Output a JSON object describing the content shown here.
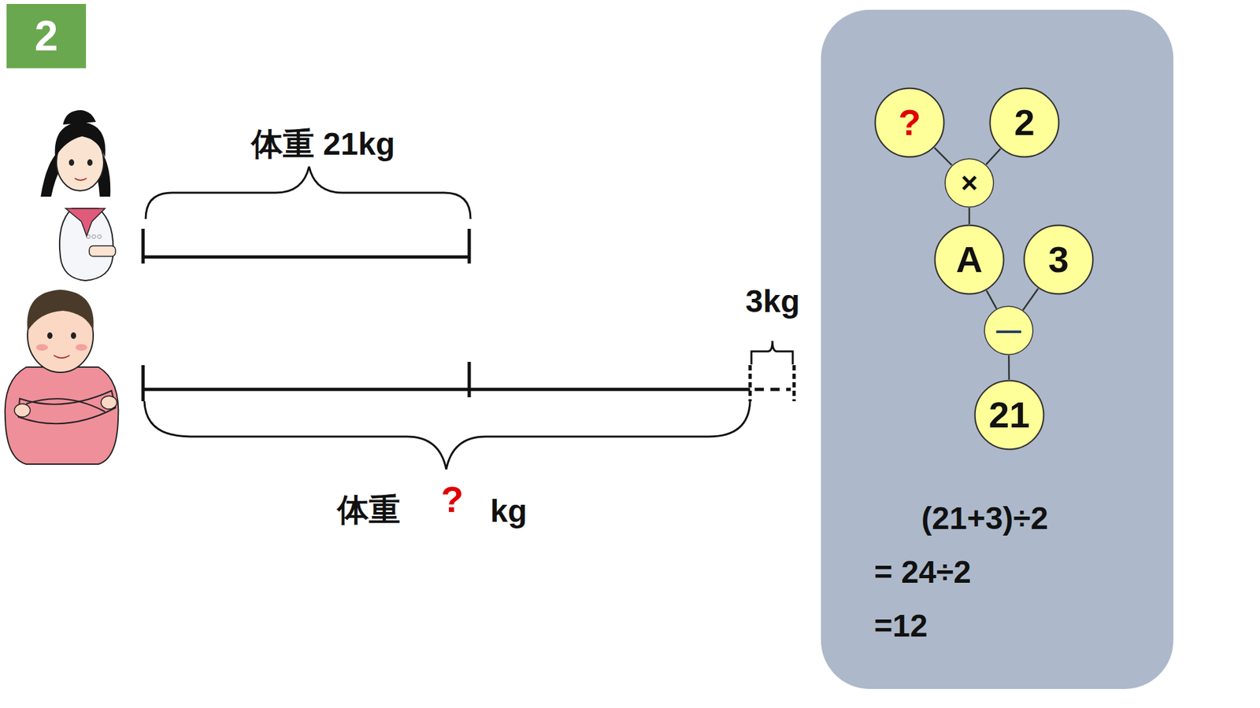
{
  "diagram": {
    "nodes": [
      {
        "text": [
          "2"
        ]
      },
      {
        "text": [
          "(21+3)÷2",
          "= 24÷2",
          "=12"
        ]
      },
      {
        "text": [
          "?"
        ],
        "in": 1
      },
      {
        "text": [
          "2"
        ],
        "in": 1
      },
      {
        "text": [
          "×"
        ],
        "in": 1
      },
      {
        "text": [
          "A"
        ],
        "in": 1
      },
      {
        "text": [
          "3"
        ],
        "in": 1
      },
      {
        "text": [
          "—"
        ],
        "in": 1
      },
      {
        "text": [
          "21"
        ],
        "in": 1
      }
    ],
    "edges": [
      {
        "from": 2,
        "to": 4,
        "arrow": "none"
      },
      {
        "from": 3,
        "to": 4,
        "arrow": "none"
      },
      {
        "from": 4,
        "to": 5,
        "arrow": "none"
      },
      {
        "from": 5,
        "to": 7,
        "arrow": "none"
      },
      {
        "from": 6,
        "to": 7,
        "arrow": "none"
      },
      {
        "from": 7,
        "to": 8,
        "arrow": "none"
      }
    ],
    "labels": [
      "体重 21kg",
      "3kg",
      "体重",
      "?",
      "kg"
    ]
  }
}
